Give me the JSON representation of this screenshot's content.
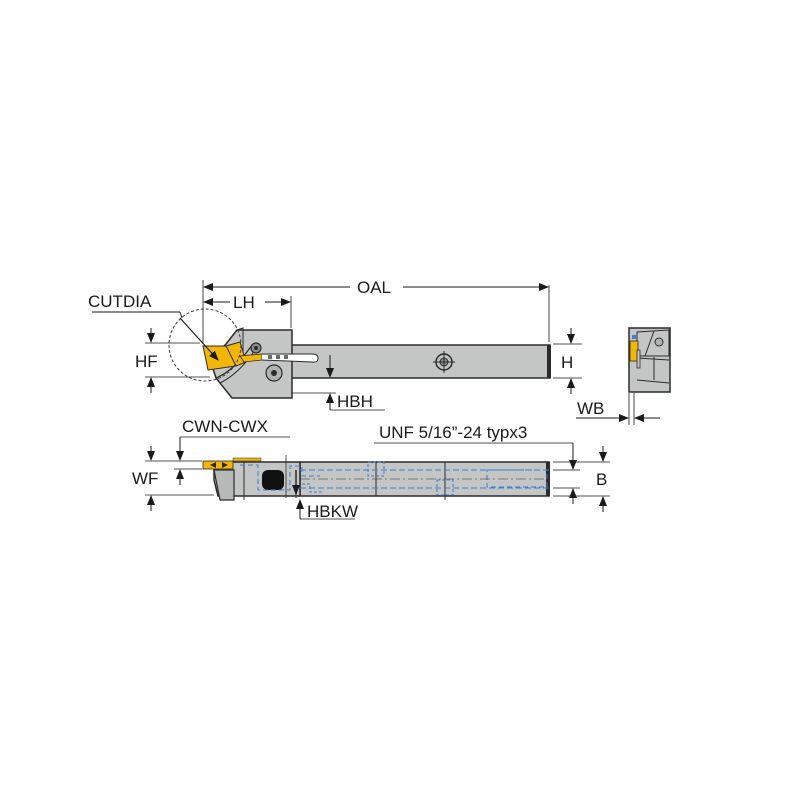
{
  "diagram": {
    "type": "cutting tool holder technical drawing",
    "colors": {
      "body": "#c4c6c5",
      "outline": "#2b2b2b",
      "insert": "#f2b705",
      "hidden_line": "#3d7fd0",
      "dimension_line": "#1a1a1a"
    }
  },
  "dimensions": {
    "oal": "OAL",
    "lh": "LH",
    "cutdia": "CUTDIA",
    "hf": "HF",
    "h": "H",
    "hbh": "HBH",
    "wb": "WB",
    "cwn_cwx": "CWN-CWX",
    "wf": "WF",
    "unf": "UNF 5/16”-24 typx3",
    "b": "B",
    "hbkw": "HBKW"
  },
  "views": {
    "side": "side-view",
    "end": "end-view",
    "top": "top-view"
  }
}
